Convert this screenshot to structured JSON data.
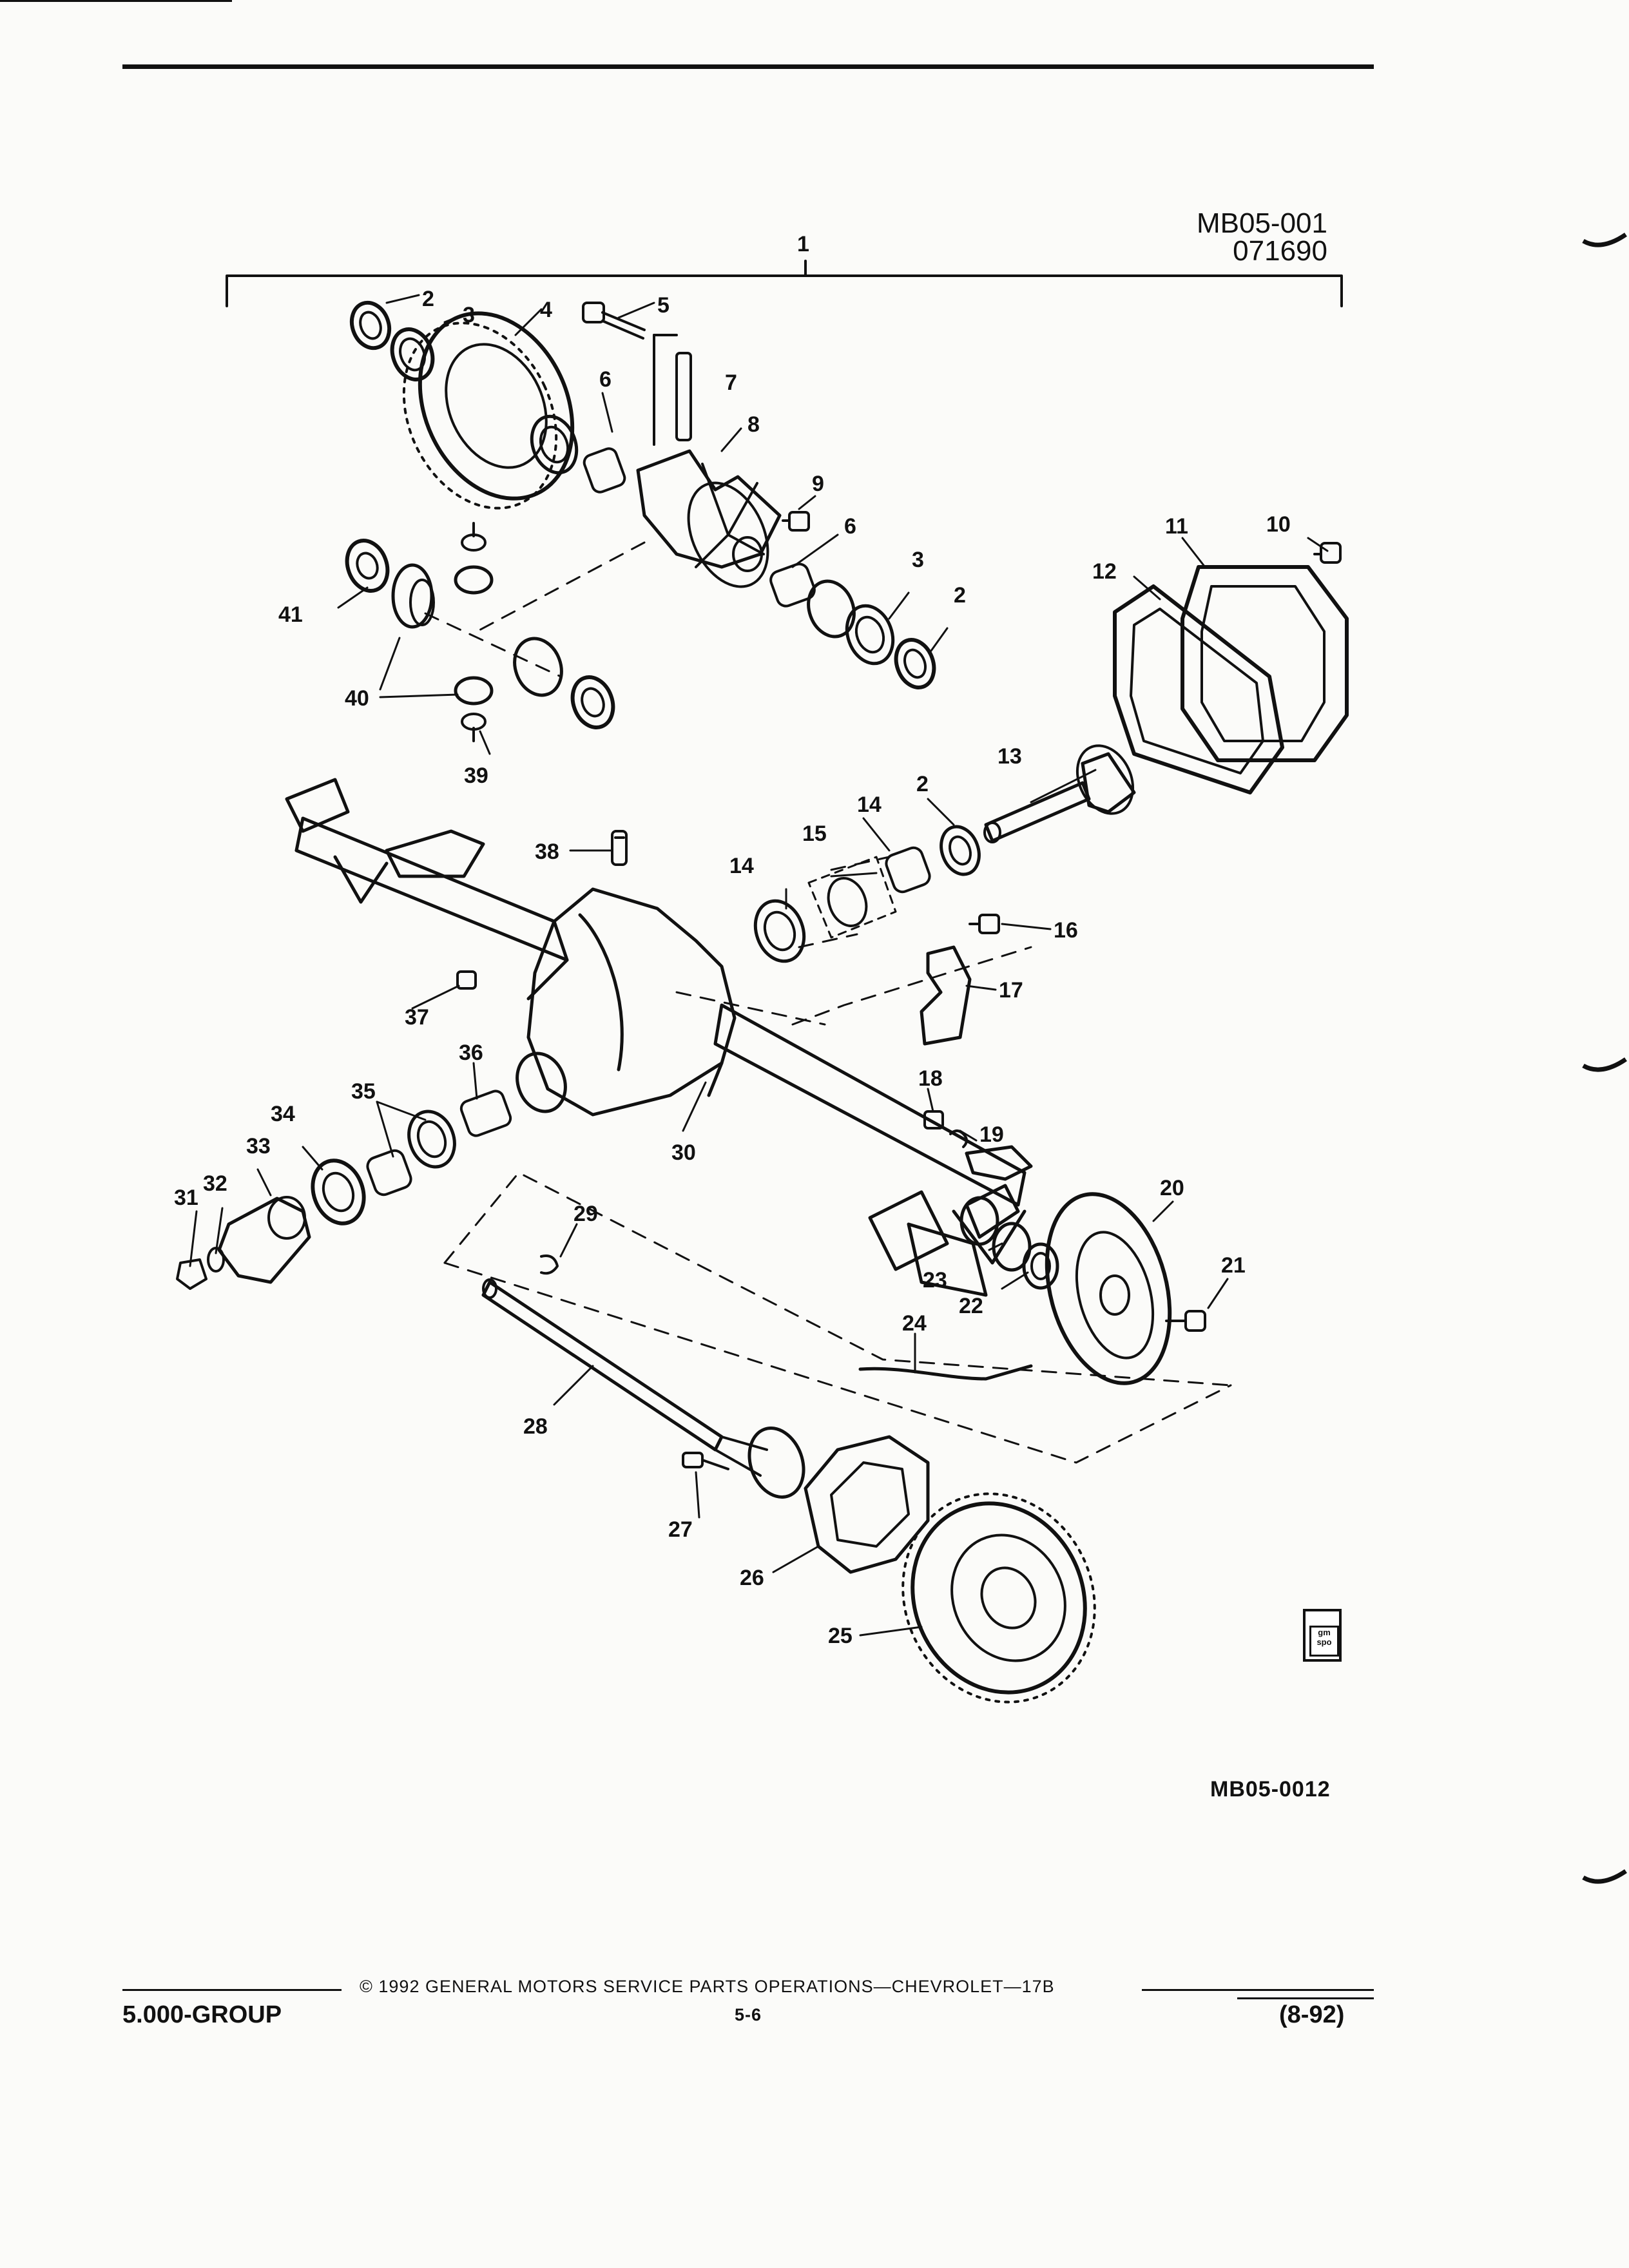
{
  "header": {
    "sheet_code": "MB05-001",
    "sheet_date": "071690"
  },
  "diagram": {
    "figure_code": "MB05-0012",
    "callouts": {
      "c1": "1",
      "c2a": "2",
      "c3a": "3",
      "c4": "4",
      "c5": "5",
      "c6a": "6",
      "c7": "7",
      "c8": "8",
      "c9": "9",
      "c6b": "6",
      "c3b": "3",
      "c2b": "2",
      "c10": "10",
      "c11": "11",
      "c12": "12",
      "c41": "41",
      "c40": "40",
      "c39": "39",
      "c13": "13",
      "c2c": "2",
      "c14a": "14",
      "c15": "15",
      "c14b": "14",
      "c38": "38",
      "c16": "16",
      "c17": "17",
      "c37": "37",
      "c36": "36",
      "c18": "18",
      "c19": "19",
      "c34": "34",
      "c35": "35",
      "c33": "33",
      "c31": "31",
      "c32": "32",
      "c30": "30",
      "c29": "29",
      "c20": "20",
      "c21": "21",
      "c23": "23",
      "c22": "22",
      "c24": "24",
      "c28": "28",
      "c27": "27",
      "c26": "26",
      "c25": "25"
    },
    "badge_line1": "gm",
    "badge_line2": "spo"
  },
  "footer": {
    "copyright": "© 1992 GENERAL MOTORS SERVICE PARTS OPERATIONS—CHEVROLET—17B",
    "group": "5.000-GROUP",
    "page": "5-6",
    "revision": "(8-92)"
  }
}
